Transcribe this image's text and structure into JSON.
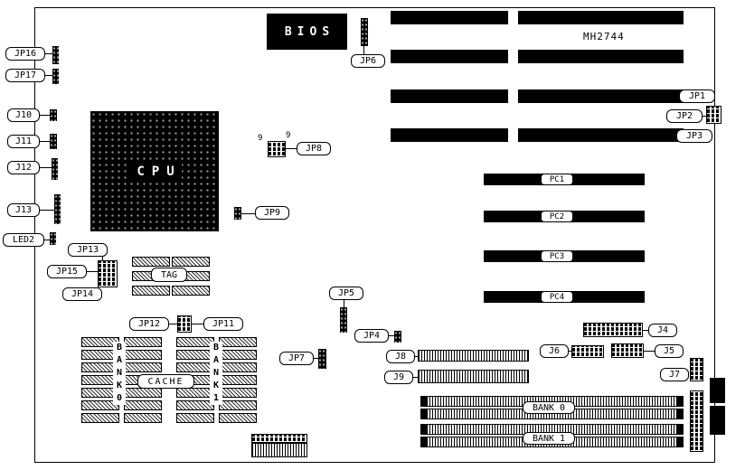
{
  "diagram": {
    "model": "MH2744",
    "cpu": "CPU",
    "bios": "BIOS",
    "cache": "CACHE",
    "tag": "TAG",
    "bank0_chips": "B\nA\nN\nK\n0",
    "bank1_chips": "B\nA\nN\nK\n1",
    "bank0_simm": "BANK 0",
    "bank1_simm": "BANK 1",
    "pin9_left": "9",
    "pin9_right": "9",
    "jumpers": {
      "jp1": "JP1",
      "jp2": "JP2",
      "jp3": "JP3",
      "jp4": "JP4",
      "jp5": "JP5",
      "jp6": "JP6",
      "jp7": "JP7",
      "jp8": "JP8",
      "jp9": "JP9",
      "jp11": "JP11",
      "jp12": "JP12",
      "jp13": "JP13",
      "jp14": "JP14",
      "jp15": "JP15",
      "jp16": "JP16",
      "jp17": "JP17"
    },
    "connectors": {
      "j4": "J4",
      "j5": "J5",
      "j6": "J6",
      "j7": "J7",
      "j8": "J8",
      "j9": "J9",
      "j10": "J10",
      "j11": "J11",
      "j12": "J12",
      "j13": "J13",
      "led2": "LED2"
    },
    "slots": {
      "pc1": "PC1",
      "pc2": "PC2",
      "pc3": "PC3",
      "pc4": "PC4"
    }
  }
}
